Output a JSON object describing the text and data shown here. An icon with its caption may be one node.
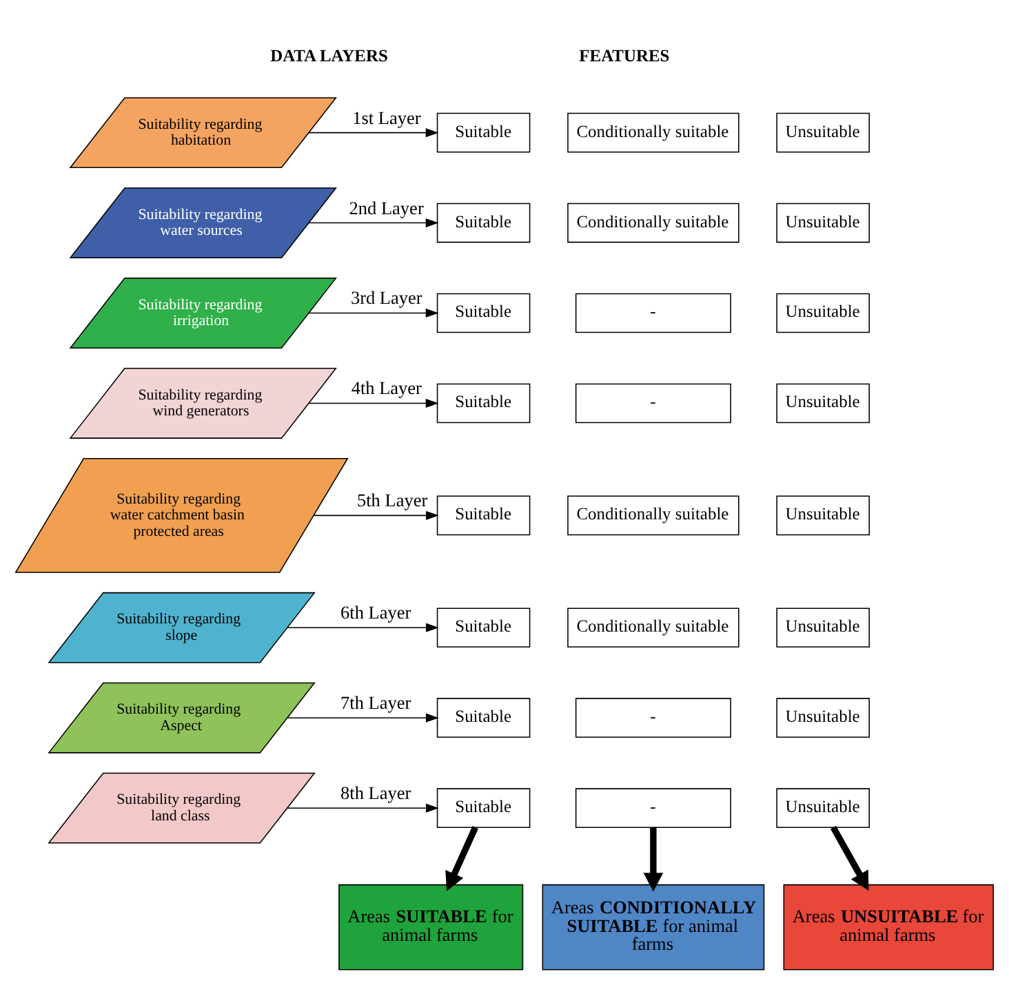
{
  "diagram": {
    "nodes": [
      {
        "text": [
          "Suitability regarding habitation"
        ]
      },
      {
        "text": [
          "Suitability regarding water sources"
        ]
      },
      {
        "text": [
          "Suitability regarding irrigation"
        ]
      },
      {
        "text": [
          "Suitability regarding wind generators"
        ]
      },
      {
        "text": [
          "Suitability regarding water catchment basin protected areas"
        ]
      },
      {
        "text": [
          "Suitability regarding slope"
        ]
      },
      {
        "text": [
          "Suitability regarding Aspect"
        ]
      },
      {
        "text": [
          "Suitability regarding land class"
        ]
      },
      {
        "text": [
          "Suitable"
        ]
      },
      {
        "text": [
          "Conditionally suitable"
        ]
      },
      {
        "text": [
          "Unsuitable"
        ]
      },
      {
        "text": [
          "Suitable"
        ]
      },
      {
        "text": [
          "Conditionally suitable"
        ]
      },
      {
        "text": [
          "Unsuitable"
        ]
      },
      {
        "text": [
          "Suitable"
        ]
      },
      {
        "text": [
          "-"
        ]
      },
      {
        "text": [
          "Unsuitable"
        ]
      },
      {
        "text": [
          "Suitable"
        ]
      },
      {
        "text": [
          "-"
        ]
      },
      {
        "text": [
          "Unsuitable"
        ]
      },
      {
        "text": [
          "Suitable"
        ]
      },
      {
        "text": [
          "Conditionally suitable"
        ]
      },
      {
        "text": [
          "Unsuitable"
        ]
      },
      {
        "text": [
          "Suitable"
        ]
      },
      {
        "text": [
          "Conditionally suitable"
        ]
      },
      {
        "text": [
          "Unsuitable"
        ]
      },
      {
        "text": [
          "Suitable"
        ]
      },
      {
        "text": [
          "-"
        ]
      },
      {
        "text": [
          "Unsuitable"
        ]
      },
      {
        "text": [
          "Suitable"
        ]
      },
      {
        "text": [
          "-"
        ]
      },
      {
        "text": [
          "Unsuitable"
        ]
      },
      {
        "text": [
          "Areas **SUITABLE** for animal farms"
        ]
      },
      {
        "text": [
          "Areas **CONDITIONALLY SUITABLE** for animal farms"
        ]
      },
      {
        "text": [
          "Areas **UNSUITABLE** for animal farms"
        ]
      }
    ],
    "edges": [
      {
        "from": 0,
        "to": 8,
        "arrow": "to",
        "label": "1st Layer"
      },
      {
        "from": 1,
        "to": 11,
        "arrow": "to",
        "label": "2nd Layer"
      },
      {
        "from": 2,
        "to": 14,
        "arrow": "to",
        "label": "3rd Layer"
      },
      {
        "from": 3,
        "to": 17,
        "arrow": "to",
        "label": "4th Layer"
      },
      {
        "from": 4,
        "to": 20,
        "arrow": "to",
        "label": "5th Layer"
      },
      {
        "from": 5,
        "to": 23,
        "arrow": "to",
        "label": "6th Layer"
      },
      {
        "from": 6,
        "to": 26,
        "arrow": "to",
        "label": "7th Layer"
      },
      {
        "from": 7,
        "to": 29,
        "arrow": "to",
        "label": "8th Layer"
      },
      {
        "from": 29,
        "to": 32,
        "arrow": "to",
        "style": "thick"
      },
      {
        "from": 30,
        "to": 33,
        "arrow": "to",
        "style": "thick"
      },
      {
        "from": 31,
        "to": 34,
        "arrow": "to",
        "style": "thick"
      }
    ],
    "labels": [
      "DATA LAYERS",
      "FEATURES"
    ]
  }
}
